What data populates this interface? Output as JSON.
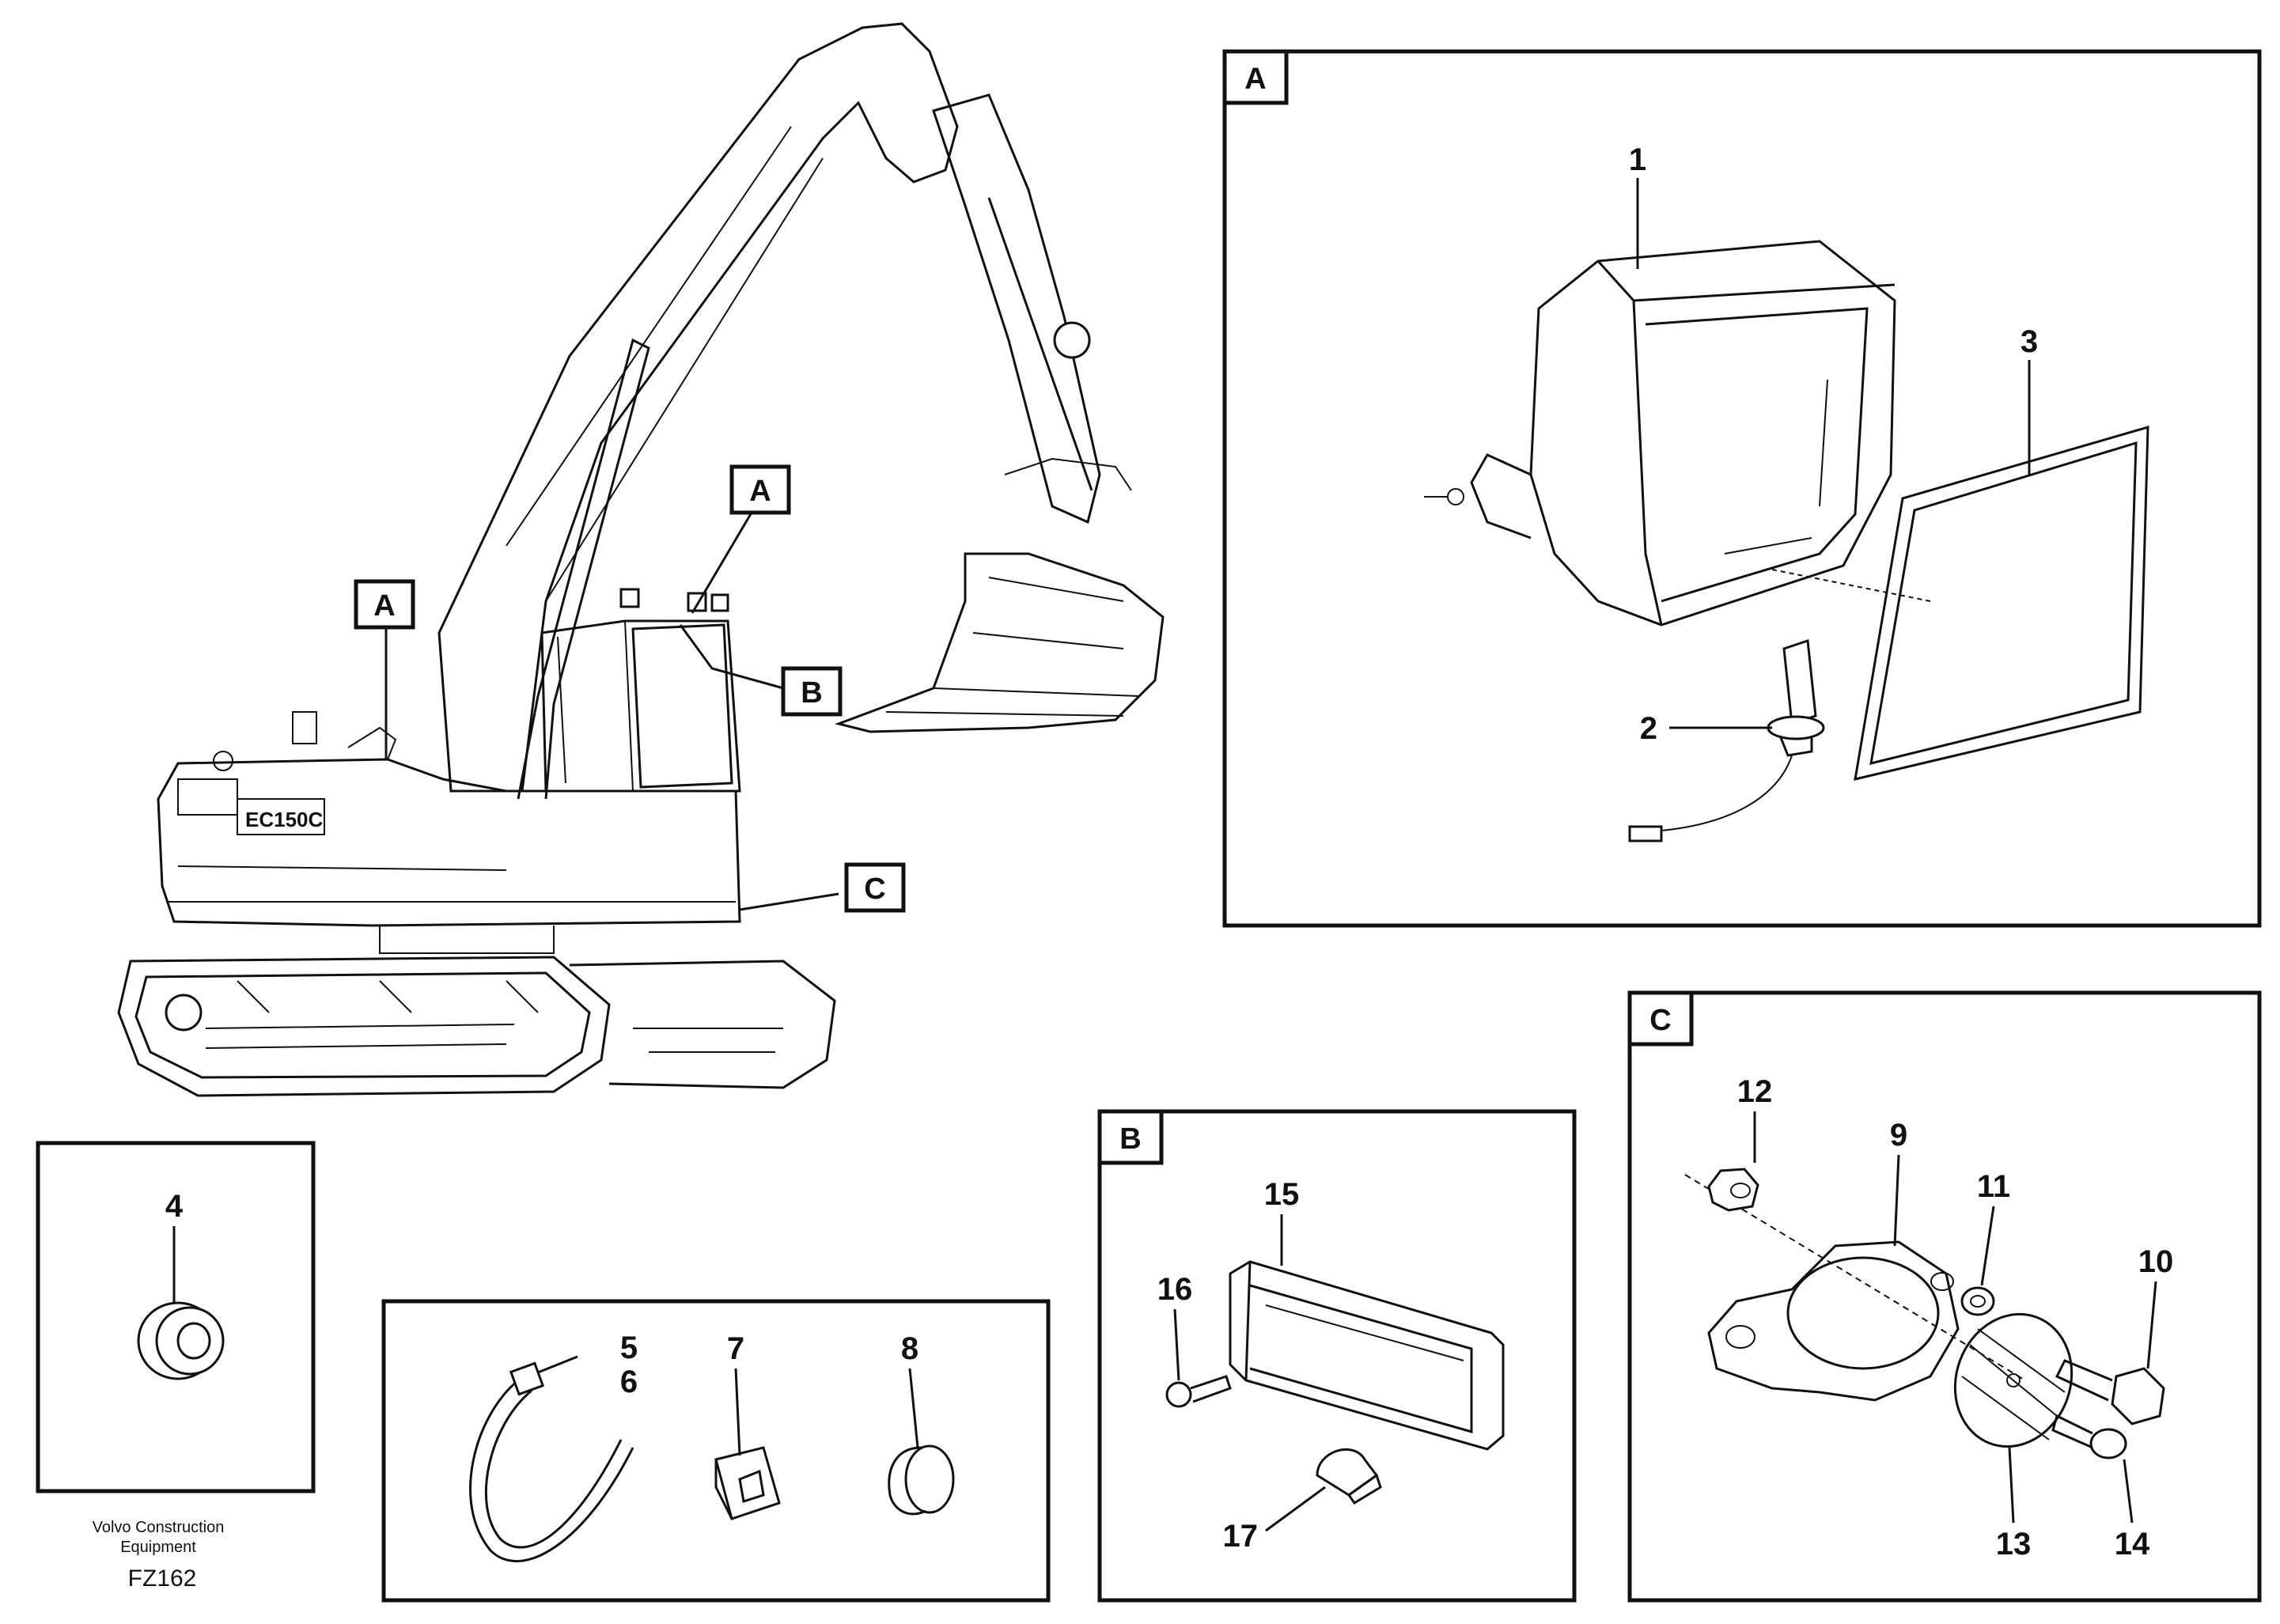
{
  "labels": {
    "main_a1": "A",
    "main_a2": "A",
    "main_b": "B",
    "main_c": "C",
    "panel_a": "A",
    "panel_b": "B",
    "panel_c": "C"
  },
  "parts": {
    "p1": "1",
    "p2": "2",
    "p3": "3",
    "p4": "4",
    "p5": "5",
    "p6": "6",
    "p7": "7",
    "p8": "8",
    "p9": "9",
    "p10": "10",
    "p11": "11",
    "p12": "12",
    "p13": "13",
    "p14": "14",
    "p15": "15",
    "p16": "16",
    "p17": "17"
  },
  "machine_model": "EC150C",
  "footer": {
    "maker_line1": "Volvo Construction",
    "maker_line2": "Equipment",
    "code": "FZ162"
  }
}
